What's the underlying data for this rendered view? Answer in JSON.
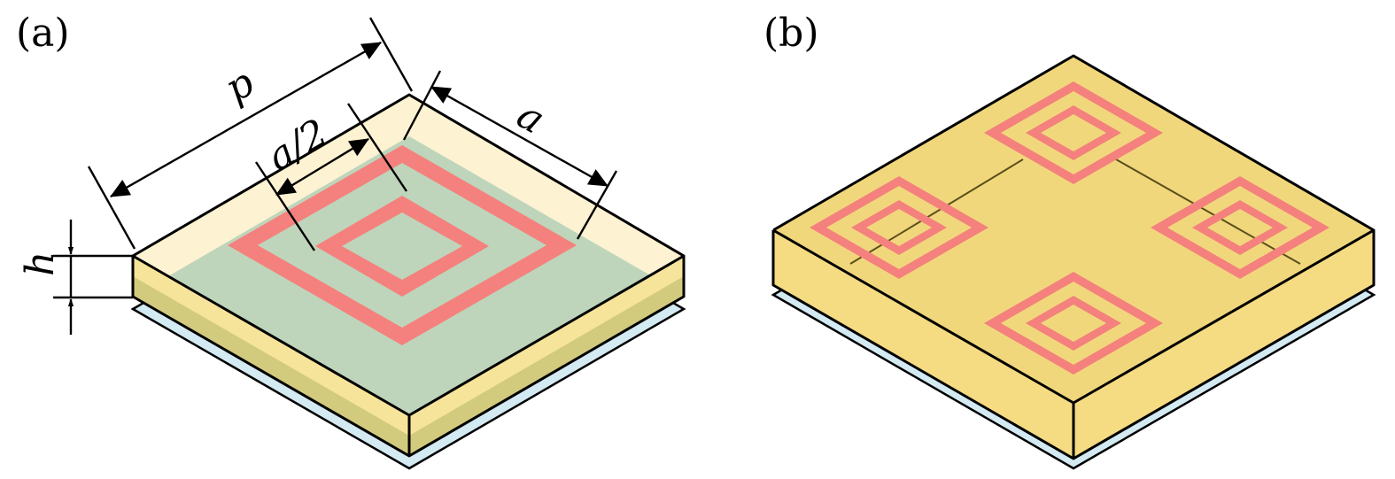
{
  "panels": [
    {
      "id": "a",
      "label": "(a)"
    },
    {
      "id": "b",
      "label": "(b)"
    }
  ],
  "dimensions": {
    "period": "p",
    "ring_size": "a",
    "half_size": "a/2",
    "thickness": "h"
  },
  "colors": {
    "substrate_top_a": "#fdf2d2",
    "substrate_side_a": "#f6e49a",
    "substrate_lower_a": "#d2cb7e",
    "substrate_top_b": "#f1d77c",
    "substrate_side_b": "#f5db82",
    "inner_green": "#bed5bb",
    "ground_plane": "#d4eaf2",
    "ring": "#f4817d",
    "outline": "#000000"
  }
}
